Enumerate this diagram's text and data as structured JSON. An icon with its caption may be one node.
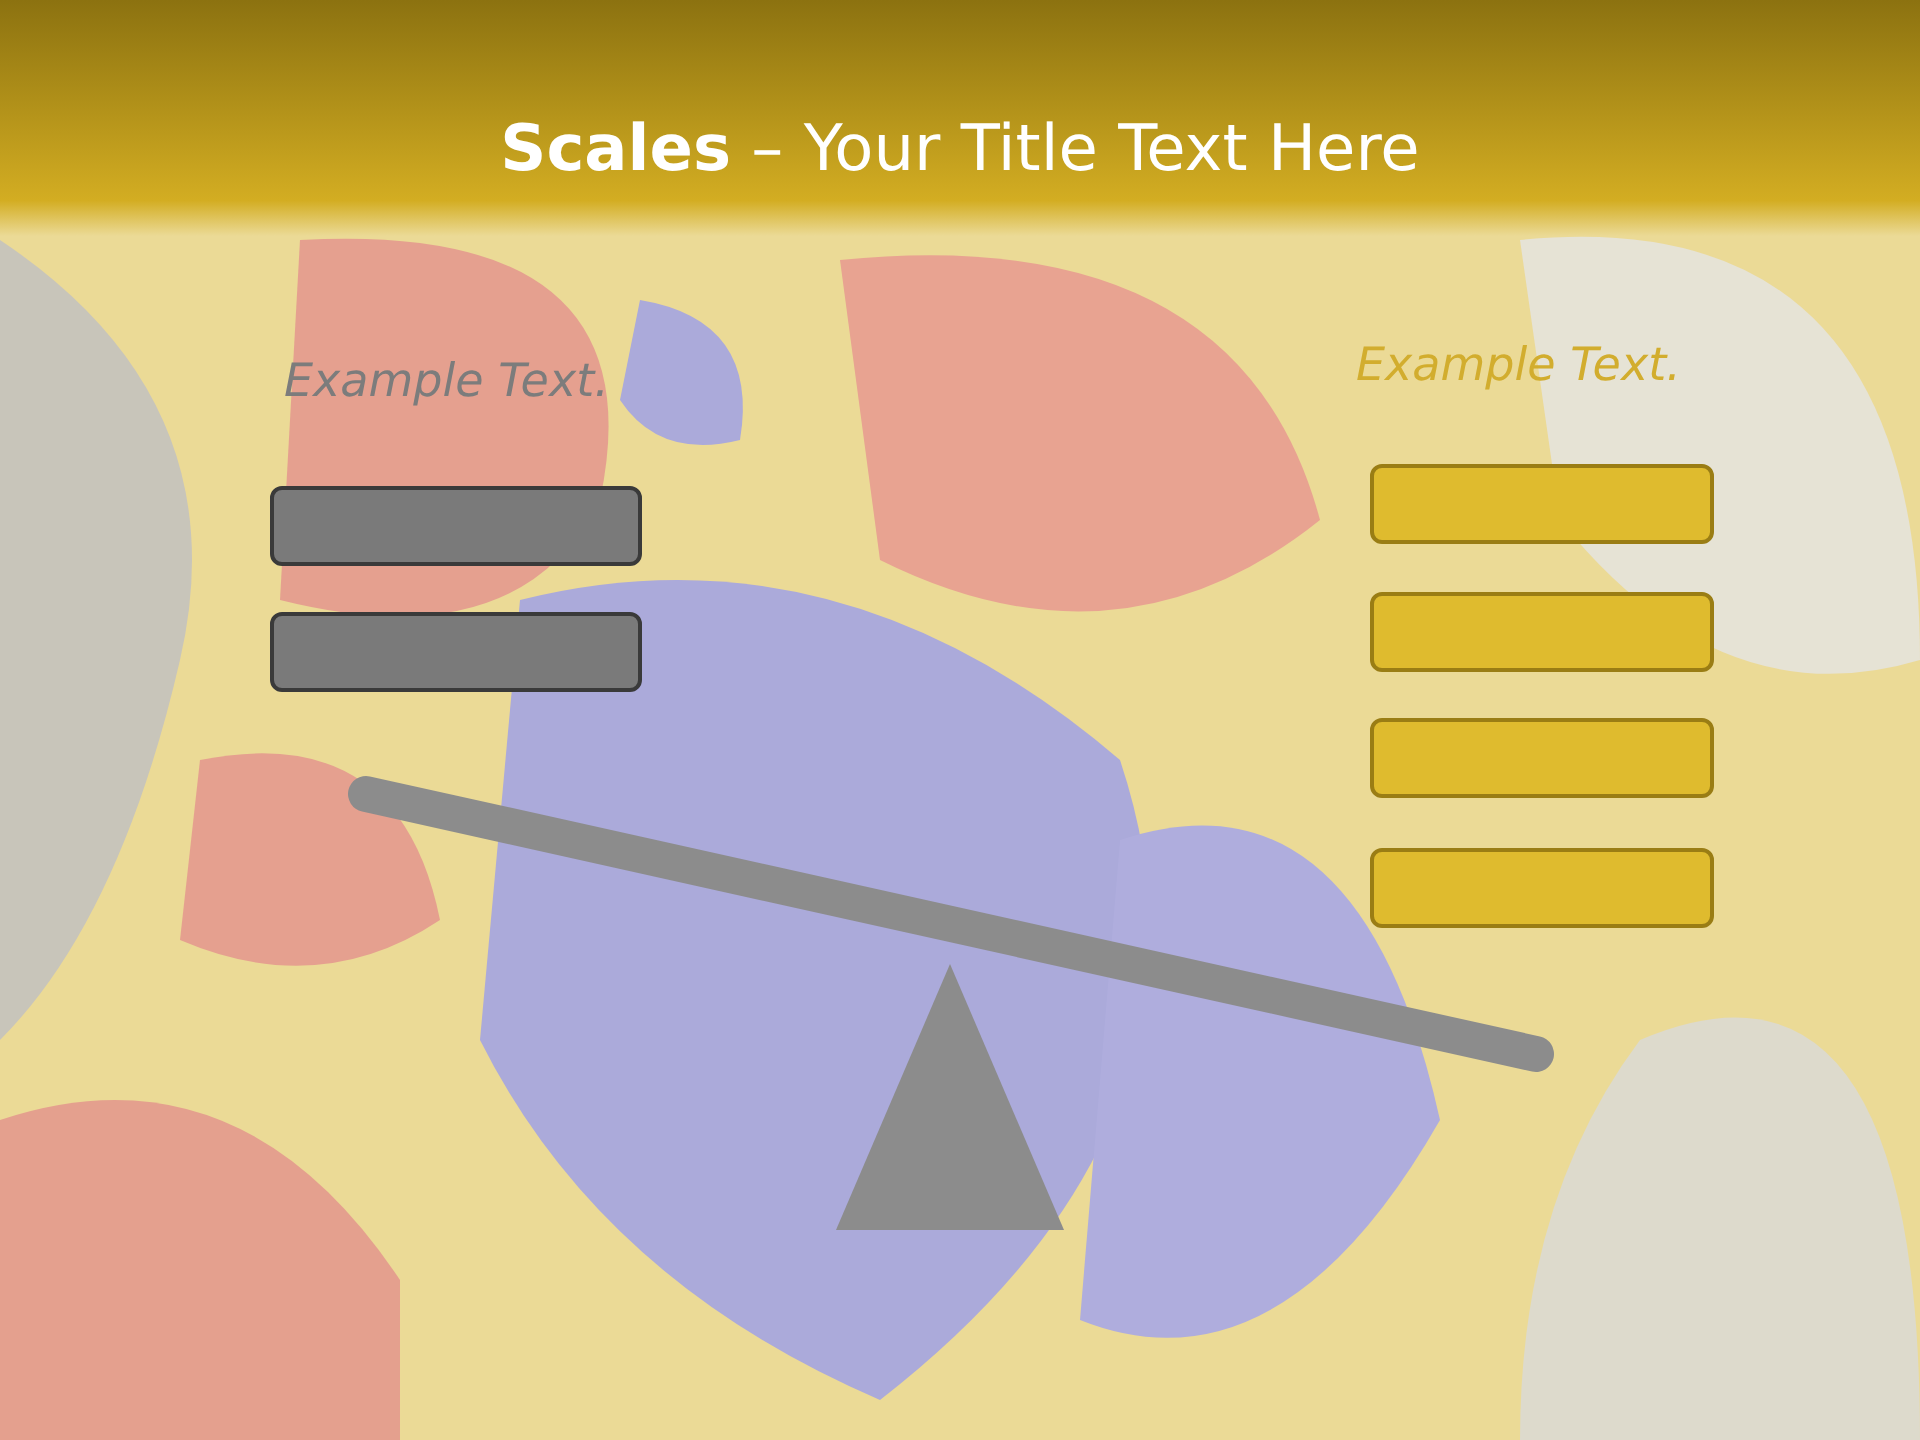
{
  "diagram": {
    "title": "**Scales** – Your Title Text Here",
    "nodes": [
      {
        "text": [],
        "shape": "box"
      },
      {
        "text": [],
        "shape": "box"
      },
      {
        "text": [],
        "shape": "box"
      },
      {
        "text": [],
        "shape": "box"
      },
      {
        "text": [],
        "shape": "box"
      },
      {
        "text": [],
        "shape": "box"
      }
    ],
    "labels": [
      "Example Text.",
      "Example Text."
    ]
  }
}
